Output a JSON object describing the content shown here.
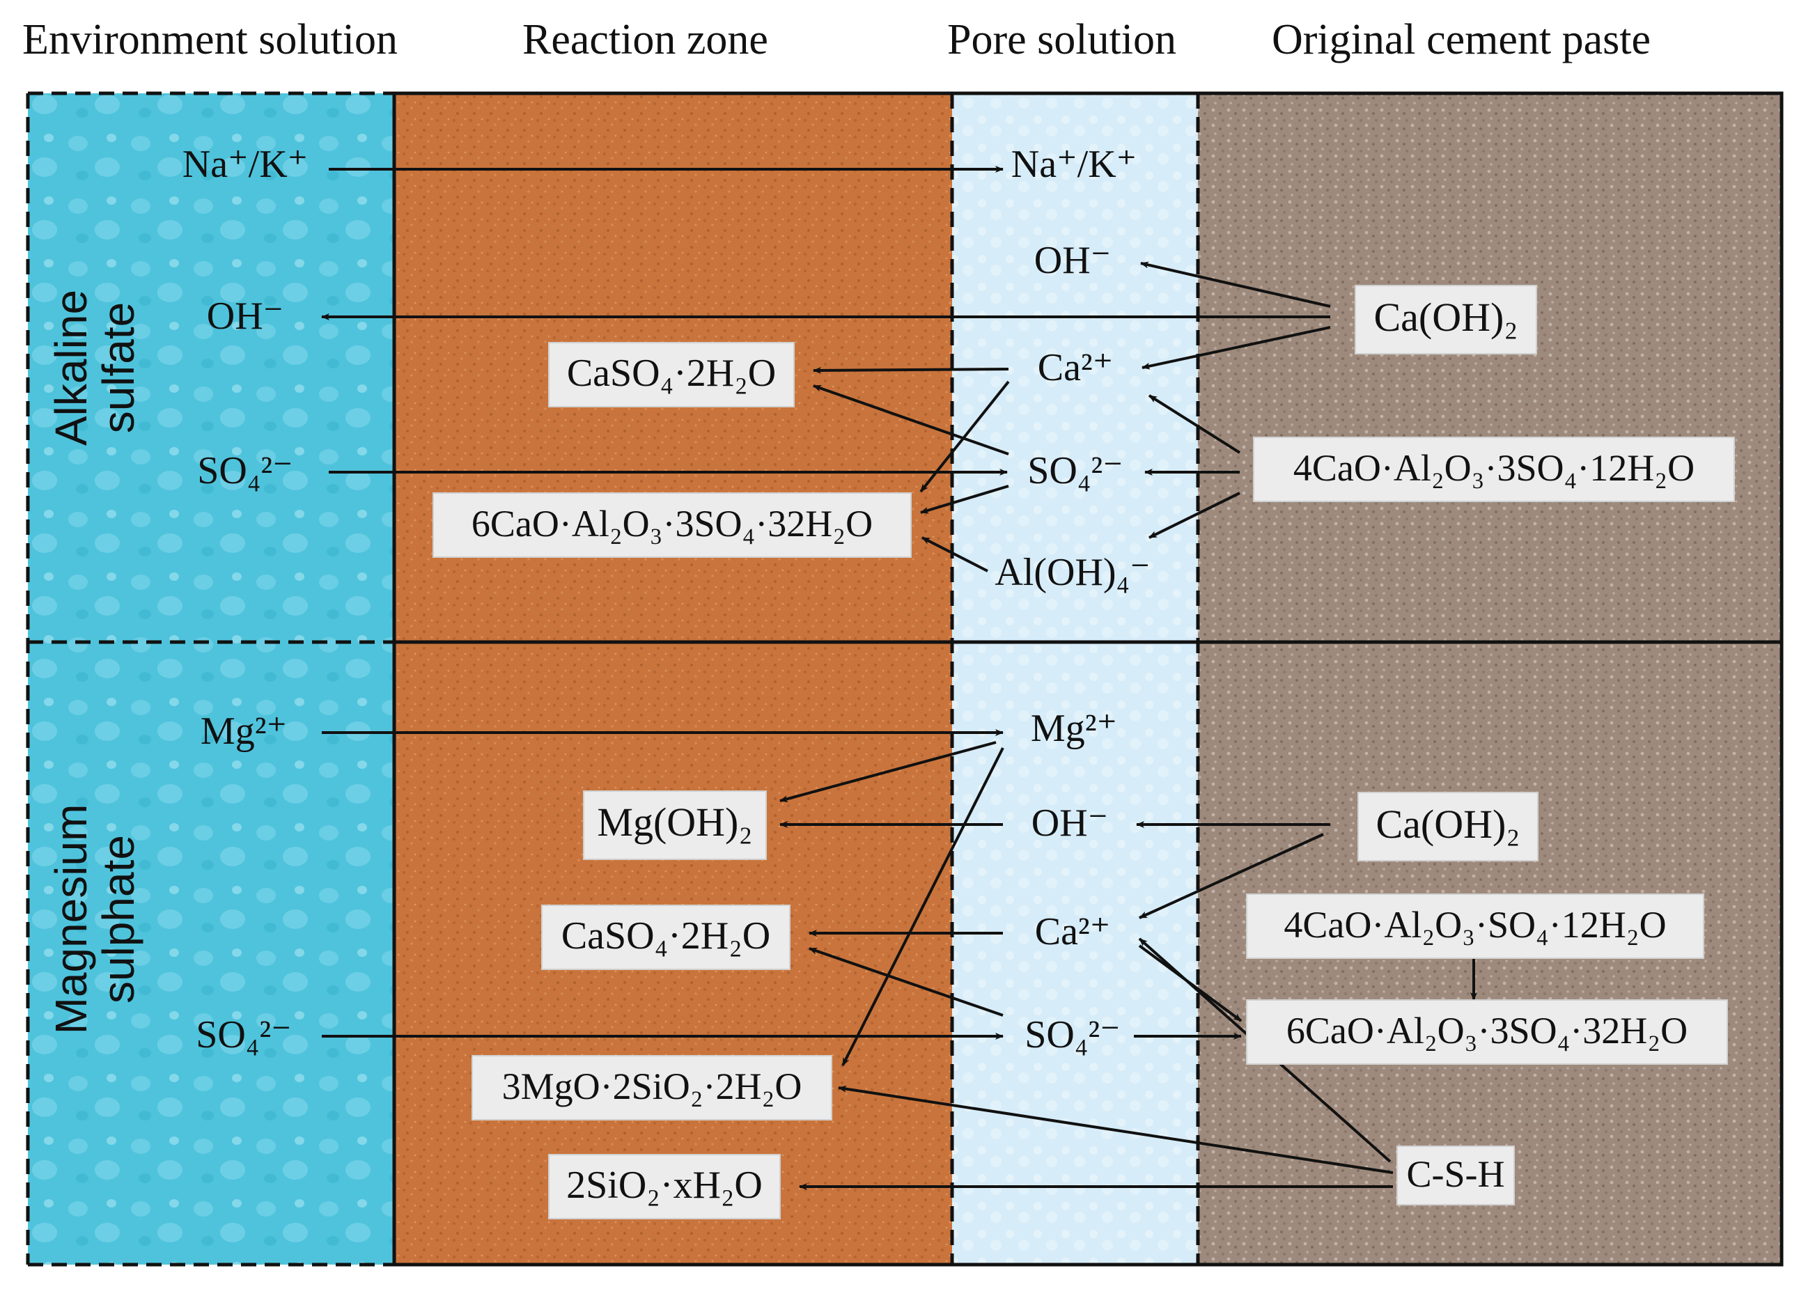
{
  "columns": {
    "environment": "Environment solution",
    "reaction": "Reaction zone",
    "pore": "Pore solution",
    "cement": "Original cement paste"
  },
  "rows": {
    "alkaline": [
      "Alkaline",
      "sulfate"
    ],
    "magnesium": [
      "Magnesium",
      "sulphate"
    ]
  },
  "colors": {
    "environment": "#4fc3dc",
    "reaction": "#c9743c",
    "pore": "#d6ecf8",
    "cement": "#9e8a7c",
    "box": "#ececec",
    "arrow": "#111111"
  },
  "species": {
    "na_k": "Na⁺/K⁺",
    "oh": "OH⁻",
    "so4": "SO₄²⁻",
    "ca": "Ca²⁺",
    "mg": "Mg²⁺",
    "al_oh4": "Al(OH)₄⁻"
  },
  "compounds": {
    "ca_oh2": "Ca(OH)₂",
    "gypsum": "CaSO₄·2H₂O",
    "ettringite": "6CaO·Al₂O₃·3SO₄·32H₂O",
    "monosulfate_3so4": "4CaO·Al₂O₃·3SO₄·12H₂O",
    "monosulfate": "4CaO·Al₂O₃·SO₄·12H₂O",
    "mg_oh2": "Mg(OH)₂",
    "m_s_h": "3MgO·2SiO₂·2H₂O",
    "silica_gel": "2SiO₂·xH₂O",
    "csh": "C-S-H"
  }
}
